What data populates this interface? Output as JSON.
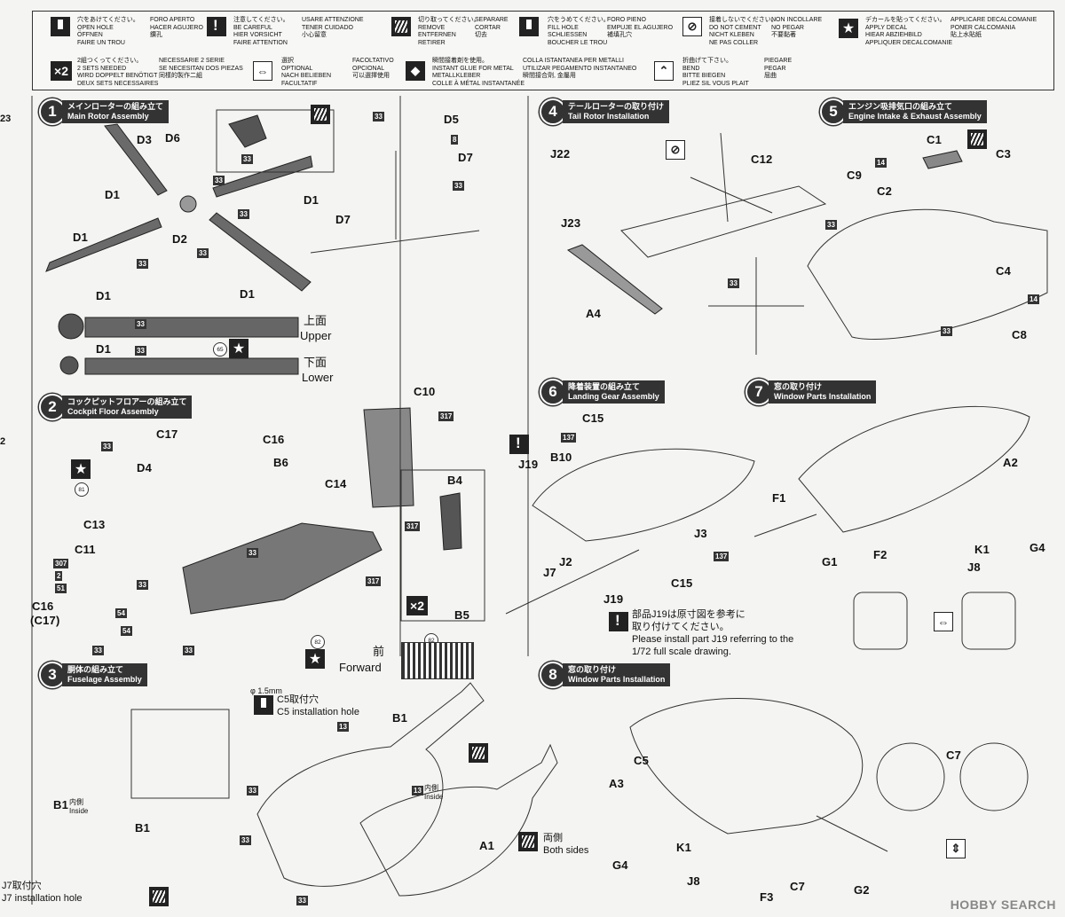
{
  "legend": [
    {
      "icon": "drill-icon",
      "text": "穴をあけてください。\nOPEN HOLE\nÖFFNEN\nFAIRE UN TROU",
      "text2": "FORO APERTO\nHACER AGUJERO\n鑽孔"
    },
    {
      "icon": "caution-icon",
      "text": "注意してください。\nBE CAREFUL\nHIER VORSICHT\nFAIRE ATTENTION",
      "text2": "USARE ATTENZIONE\nTENER CUIDADO\n小心留意"
    },
    {
      "icon": "cut-icon",
      "text": "切り取ってください。\nREMOVE\nENTFERNEN\nRETIRER",
      "text2": "SEPARARE\nCORTAR\n切去"
    },
    {
      "icon": "fill-icon",
      "text": "穴をうめてください。\nFILL HOLE\nSCHLIESSEN\nBOUCHER LE TROU",
      "text2": "FORO PIENO\nEMPUJE EL AGUJERO\n補填孔穴"
    },
    {
      "icon": "no-glue-icon",
      "text": "接着しないでください。\nDO NOT CEMENT\nNICHT KLEBEN\nNE PAS COLLER",
      "text2": "NON INCOLLARE\nNO PEGAR\n不要黏著"
    },
    {
      "icon": "decal-icon",
      "text": "デカールを貼ってください。\nAPPLY DECAL\nHIEAR ABZIEHBILD\nAPPLIQUER DECALCOMANIE",
      "text2": "APPLICARE DECALCOMANIE\nPONER CALCOMANIA\n貼上水貼紙"
    },
    {
      "icon": "x2-icon",
      "text": "2組つくってください。\n2 SETS NEEDED\nWIRD DOPPELT BENÖTIGT\nDEUX SETS NECESSAIRES",
      "text2": "NECESSARIE 2 SERIE\nSE NECESITAN DOS PIEZAS\n同樣的製作二組"
    },
    {
      "icon": "optional-icon",
      "text": "選択\nOPTIONAL\nNACH BELIEBEN\nFACULTATIF",
      "text2": "FACOLTATIVO\nOPCIONAL\n可以選擇使用"
    },
    {
      "icon": "instant-glue-icon",
      "text": "瞬間接着剤を使用。\nINSTANT GLUE FOR METAL\nMETALLKLEBER\nCOLLE À MÉTAL INSTANTANÉE",
      "text2": "COLLA ISTANTANEA PER METALLI\nUTILIZAR PEGAMENTO INSTANTANEO\n瞬間接合劑, 金屬用"
    },
    {
      "icon": "bend-icon",
      "text": "折曲げて下さい。\nBEND\nBITTE BIEGEN\nPLIEZ SIL VOUS PLAIT",
      "text2": "PIEGARE\nPEGAR\n屈曲"
    }
  ],
  "steps": [
    {
      "num": "1",
      "title": "メインローターの組み立て\nMain Rotor Assembly"
    },
    {
      "num": "2",
      "title": "コックピットフロアーの組み立て\nCockpit Floor Assembly"
    },
    {
      "num": "3",
      "title": "胴体の組み立て\nFuselage Assembly"
    },
    {
      "num": "4",
      "title": "テールローターの取り付け\nTail Rotor Installation"
    },
    {
      "num": "5",
      "title": "エンジン吸排気口の組み立て\nEngine Intake & Exhaust Assembly"
    },
    {
      "num": "6",
      "title": "降着装置の組み立て\nLanding Gear Assembly"
    },
    {
      "num": "7",
      "title": "窓の取り付け\nWindow Parts Installation"
    },
    {
      "num": "8",
      "title": "窓の取り付け\nWindow Parts Installation"
    }
  ],
  "parts": {
    "d6": "D6",
    "d3": "D3",
    "d1": "D1",
    "d2": "D2",
    "d5": "D5",
    "d7": "D7",
    "c1": "C1",
    "c2": "C2",
    "c3": "C3",
    "c4": "C4",
    "c5": "C5",
    "c7": "C7",
    "c8": "C8",
    "c9": "C9",
    "c10": "C10",
    "c11": "C11",
    "c12": "C12",
    "c13": "C13",
    "c14": "C14",
    "c15": "C15",
    "c16": "C16",
    "c17": "C17",
    "c16c17": "(C17)",
    "d4": "D4",
    "b4": "B4",
    "b5": "B5",
    "b6": "B6",
    "b1": "B1",
    "b10": "B10",
    "j2": "J2",
    "j3": "J3",
    "j7": "J7",
    "j8": "J8",
    "j19": "J19",
    "j22": "J22",
    "j23": "J23",
    "a1": "A1",
    "a2": "A2",
    "a3": "A3",
    "a4": "A4",
    "f1": "F1",
    "f2": "F2",
    "f3": "F3",
    "g1": "G1",
    "g2": "G2",
    "g4": "G4",
    "k1": "K1"
  },
  "tags": {
    "t33": "33",
    "t8": "8",
    "t14": "14",
    "t13": "13",
    "t137": "137",
    "t317": "317",
    "t307": "307",
    "t2": "2",
    "t51": "51",
    "t54": "54"
  },
  "circle_tags": {
    "c65": "65",
    "c81": "81",
    "c82": "82"
  },
  "notes": {
    "upper_ja": "上面",
    "upper_en": "Upper",
    "lower_ja": "下面",
    "lower_en": "Lower",
    "forward_ja": "前",
    "forward_en": "Forward",
    "inside_ja": "内側",
    "inside_en": "Inside",
    "both_ja": "両側",
    "both_en": "Both sides",
    "c5hole_size": "φ 1.5mm",
    "c5hole_ja": "C5取付穴",
    "c5hole_en": "C5 installation hole",
    "j7hole_ja": "J7取付穴",
    "j7hole_en": "J7 installation hole",
    "j19_note": "部品J19は原寸図を参考に\n取り付けてください。\nPlease install part J19 referring to the\n1/72 full scale drawing.",
    "x2": "×2"
  },
  "edge_numbers": {
    "left_top": "23",
    "left_mid": "2"
  },
  "watermark": "HOBBY SEARCH"
}
